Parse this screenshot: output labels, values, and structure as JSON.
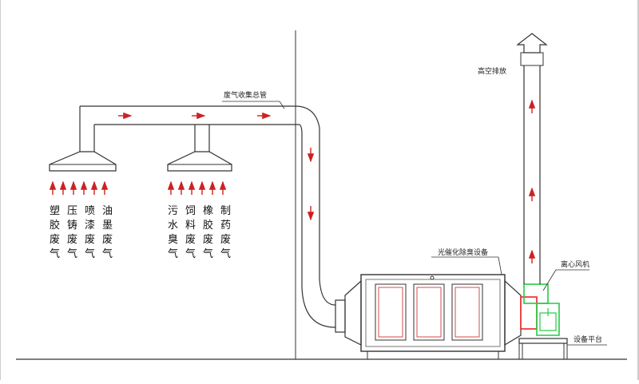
{
  "labels": {
    "duct": "废气收集总管",
    "exhaust": "高空排放",
    "purifier": "光催化除臭设备",
    "fan": "离心风机",
    "platform": "设备平台"
  },
  "hood1_sources": [
    "塑胶废气",
    "压铸废气",
    "喷漆废气",
    "油墨废气"
  ],
  "hood2_sources": [
    "污水臭气",
    "饲料废气",
    "橡胶废气",
    "制药废气"
  ],
  "colors": {
    "line": "#333333",
    "arrow": "#cc2222",
    "fan_green": "#22cc44",
    "fan_red": "#ee2222"
  }
}
